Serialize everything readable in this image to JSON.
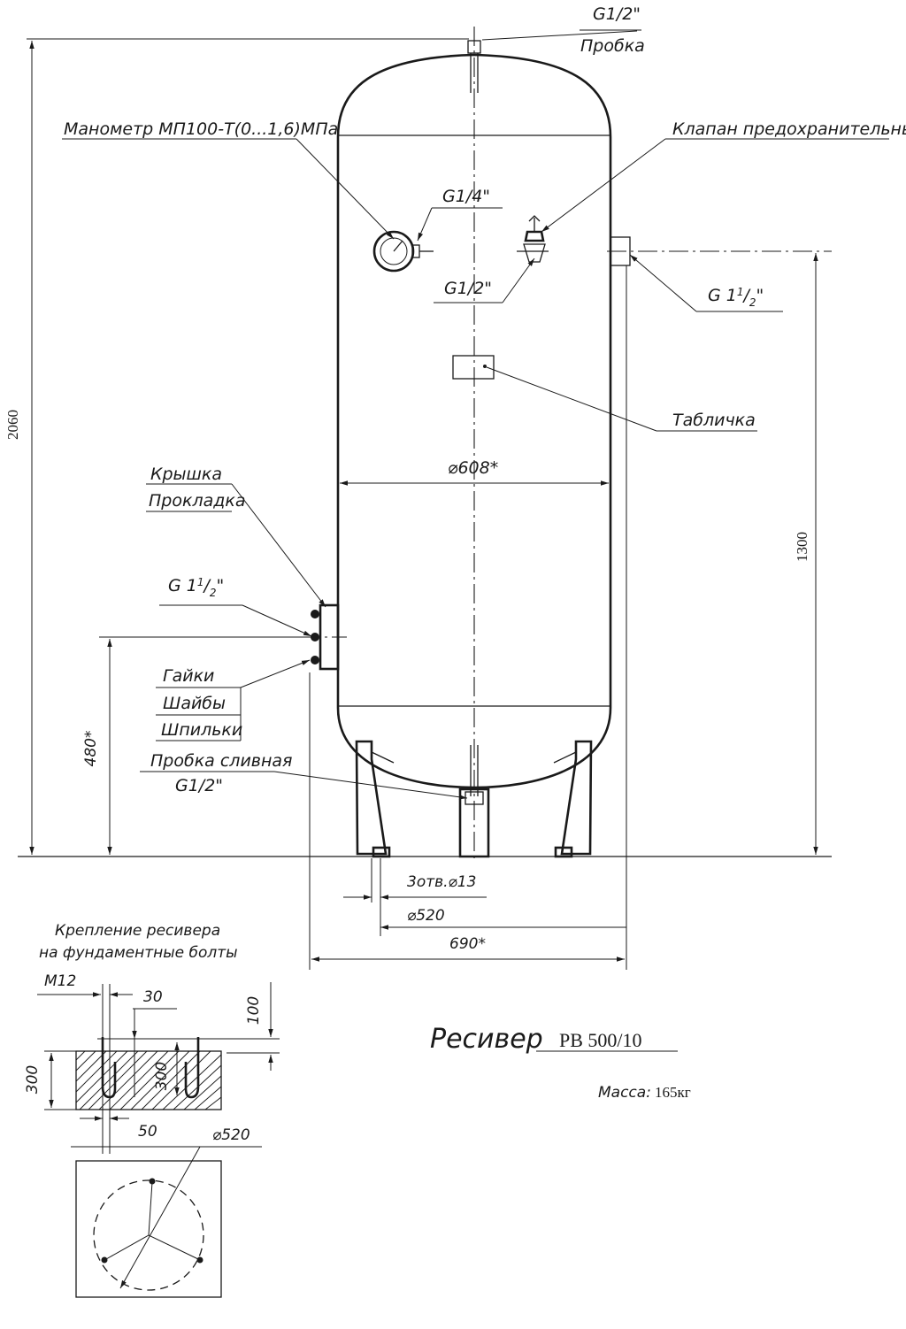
{
  "labels": {
    "top_plug_size": "G1/2\"",
    "top_plug": "Пробка",
    "manometer": "Манометр МП100-Т(0...1,6)МПа",
    "manometer_port": "G1/4\"",
    "safety_valve": "Клапан предохранительный",
    "valve_port": "G1/2\"",
    "side_port_prefix": "G 1",
    "side_port_sup": "1",
    "side_port_sub": "2",
    "side_port_suffix": "\"",
    "plate": "Табличка",
    "diameter": "⌀608*",
    "cover": "Крышка",
    "gasket": "Прокладка",
    "hatch_port_prefix": "G 1",
    "hatch_port_sup": "1",
    "hatch_port_sub": "2",
    "hatch_port_suffix": "\"",
    "nuts": "Гайки",
    "washers": "Шайбы",
    "studs": "Шпильки",
    "drain_plug": "Пробка сливная",
    "drain_plug_size": "G1/2\"",
    "holes": "3отв.⌀13",
    "bolt_circle": "⌀520",
    "base_width": "690*",
    "height_total": "2060",
    "height_side_port": "1300",
    "height_hatch": "480*"
  },
  "detail": {
    "title_line1": "Крепление ресивера",
    "title_line2": "на фундаментные болты",
    "bolt": "М12",
    "dim_30": "30",
    "dim_100": "100",
    "dim_300_left": "300",
    "dim_300_inner": "300",
    "dim_50": "50",
    "bolt_circle": "⌀520"
  },
  "title_block": {
    "name": "Ресивер",
    "model": "РВ 500/10",
    "mass_label": "Масса:",
    "mass_value": "165кг"
  }
}
